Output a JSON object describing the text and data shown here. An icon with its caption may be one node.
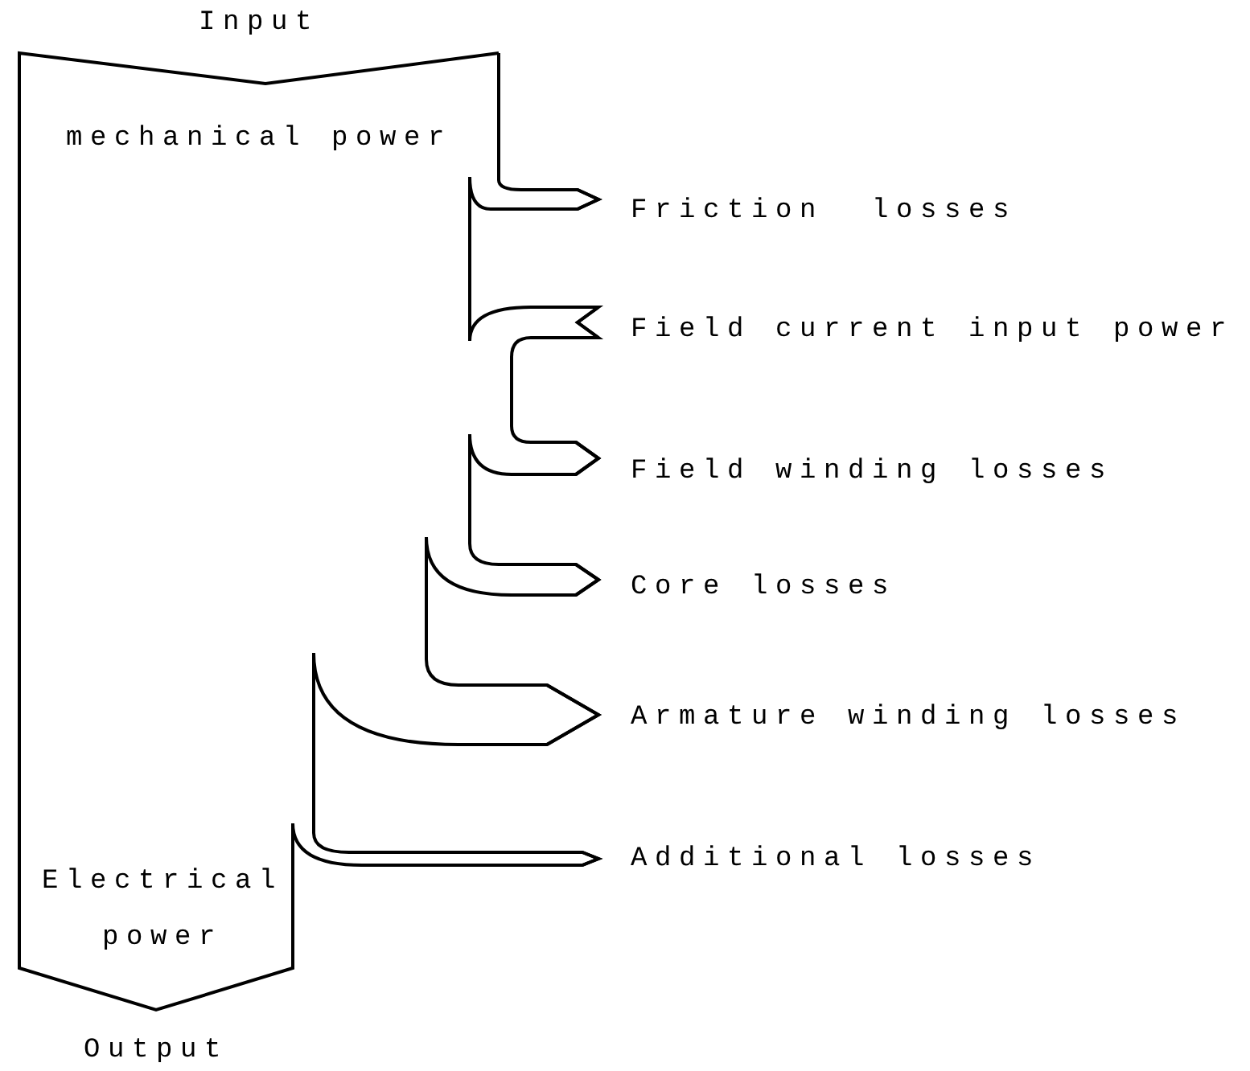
{
  "diagram": {
    "nodes": [
      {
        "text": [
          "mechanical power",
          "Electrical power"
        ],
        "beside": [
          "Input",
          "Output"
        ]
      },
      {
        "text": [
          "Friction  losses"
        ]
      },
      {
        "text": [
          "Field current input power"
        ]
      },
      {
        "text": [
          "Field winding losses"
        ]
      },
      {
        "text": [
          "Core losses"
        ]
      },
      {
        "text": [
          "Armature winding losses"
        ]
      },
      {
        "text": [
          "Additional losses"
        ]
      }
    ],
    "edges": [
      {
        "from": 0,
        "to": 1,
        "arrow": "to"
      },
      {
        "from": 0,
        "to": 2,
        "arrow": "to"
      },
      {
        "from": 0,
        "to": 3,
        "arrow": "to"
      },
      {
        "from": 0,
        "to": 4,
        "arrow": "to"
      },
      {
        "from": 0,
        "to": 5,
        "arrow": "to"
      },
      {
        "from": 0,
        "to": 6,
        "arrow": "to"
      }
    ]
  }
}
